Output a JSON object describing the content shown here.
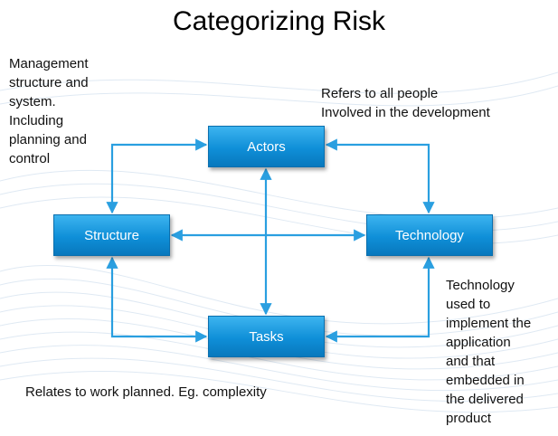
{
  "title": "Categorizing Risk",
  "colors": {
    "box_fill": "#1aa0e6",
    "arrow": "#2a9fe0"
  },
  "nodes": {
    "actors": "Actors",
    "structure": "Structure",
    "technology": "Technology",
    "tasks": "Tasks"
  },
  "notes": {
    "structure": [
      "Management",
      "structure and",
      "system.",
      "Including",
      "planning and",
      "control"
    ],
    "actors": [
      "Refers to all people",
      "Involved in the development"
    ],
    "technology": [
      "Technology",
      "used to",
      "implement the",
      "application",
      "and that",
      "embedded in",
      "the delivered",
      "product"
    ],
    "tasks": "Relates to work planned. Eg. complexity"
  }
}
